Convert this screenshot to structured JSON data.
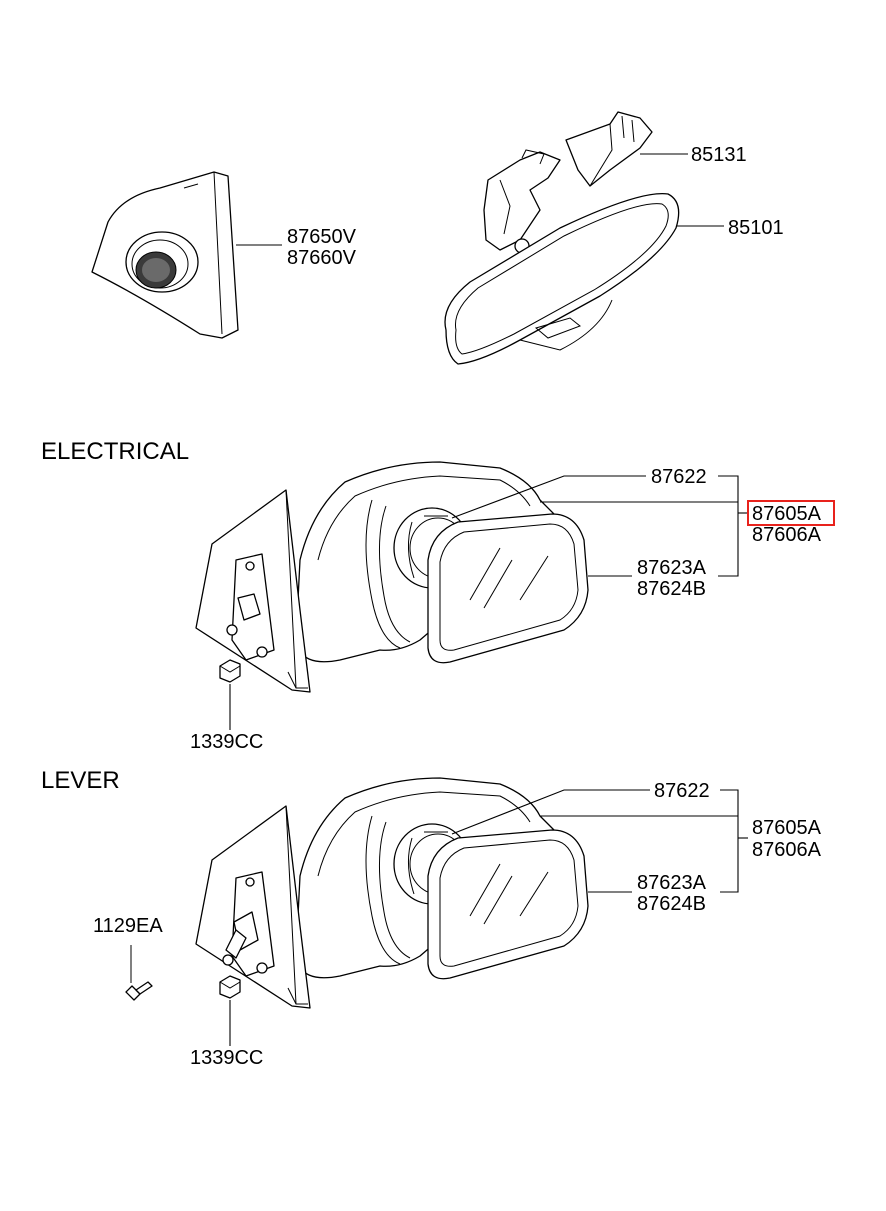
{
  "sections": {
    "electrical": "ELECTRICAL",
    "lever": "LEVER"
  },
  "labels": {
    "tweeter_a": "87650V",
    "tweeter_b": "87660V",
    "mirror_cover": "85131",
    "inside_mirror": "85101",
    "e_holder": "87622",
    "e_assy_a": "87605A",
    "e_assy_b": "87606A",
    "e_glass_a": "87623A",
    "e_glass_b": "87624B",
    "e_nut": "1339CC",
    "l_holder": "87622",
    "l_assy_a": "87605A",
    "l_assy_b": "87606A",
    "l_glass_a": "87623A",
    "l_glass_b": "87624B",
    "l_screw": "1129EA",
    "l_nut": "1339CC"
  },
  "highlight": {
    "target": "e_assy_a",
    "color": "#e8221c"
  }
}
